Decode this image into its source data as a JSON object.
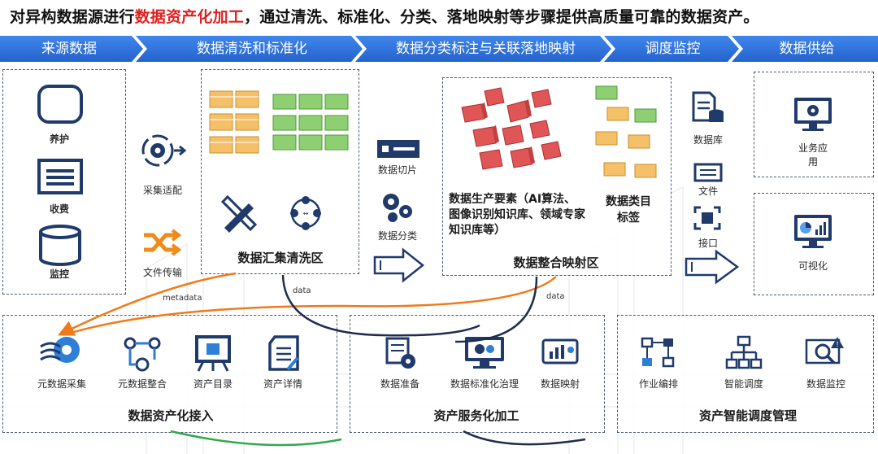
{
  "headline": {
    "prefix": "对异构数据源进行",
    "highlight": "数据资产化加工",
    "suffix": "，通过清洗、标准化、分类、落地映射等步骤提供高质量可靠的数据资产。"
  },
  "stages": [
    "来源数据",
    "数据清洗和标准化",
    "数据分类标注与关联落地映射",
    "调度监控",
    "数据供给"
  ],
  "source": {
    "items": [
      "养护",
      "收费",
      "监控"
    ]
  },
  "cleansing_side": {
    "items": [
      "采集适配",
      "文件传输"
    ]
  },
  "cleansing_box": {
    "title": "数据汇集清洗区"
  },
  "mapping_side": {
    "items": [
      "数据切片",
      "数据分类"
    ]
  },
  "mapping_box": {
    "elements_text": "数据生产要素（AI算法、图像识别知识库、领域专家知识库等）",
    "tags_text": "数据类目标签",
    "title": "数据整合映射区"
  },
  "monitor_side": {
    "items": [
      "数据库",
      "文件",
      "接口"
    ]
  },
  "supply": {
    "business": "业务应用",
    "visual": "可视化"
  },
  "flow_labels": {
    "metadata": "metadata",
    "data1": "data",
    "data2": "data"
  },
  "access_panel": {
    "title": "数据资产化接入",
    "items": [
      "元数据采集",
      "元数据整合",
      "资产目录",
      "资产详情"
    ]
  },
  "service_panel": {
    "title": "资产服务化加工",
    "items": [
      "数据准备",
      "数据标准化治理",
      "数据映射"
    ]
  },
  "schedule_panel": {
    "title": "资产智能调度管理",
    "items": [
      "作业编排",
      "智能调度",
      "数据监控"
    ]
  },
  "colors": {
    "stage_blue": "#2e6fd8",
    "icon_navy": "#1f3a6b",
    "highlight_red": "#e02020",
    "arrow_orange": "#f07a1a",
    "arrow_dark": "#1f2d4d",
    "arrow_green": "#2eaa4a"
  }
}
